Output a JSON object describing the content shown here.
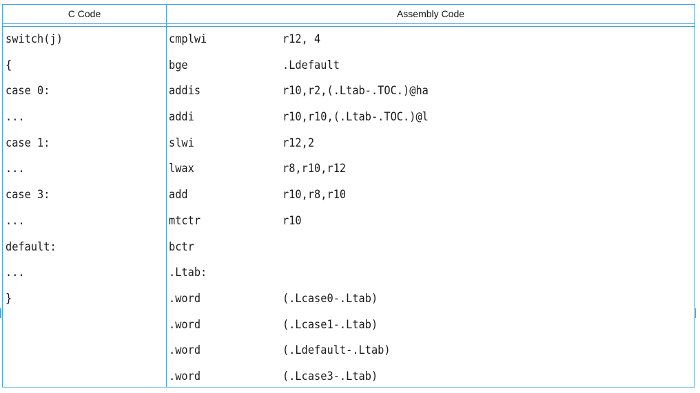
{
  "table": {
    "headers": {
      "c_code": "C Code",
      "assembly_code": "Assembly Code"
    },
    "rows": [
      {
        "c": "switch(j)",
        "op": "cmplwi",
        "args": "r12, 4"
      },
      {
        "c": "{",
        "op": "bge",
        "args": ".Ldefault"
      },
      {
        "c": "case 0:",
        "op": "addis",
        "args": "r10,r2,(.Ltab-.TOC.)@ha"
      },
      {
        "c": "...",
        "op": "addi",
        "args": "r10,r10,(.Ltab-.TOC.)@l"
      },
      {
        "c": "case 1:",
        "op": "slwi",
        "args": "r12,2"
      },
      {
        "c": "...",
        "op": "lwax",
        "args": "r8,r10,r12"
      },
      {
        "c": "case 3:",
        "op": "add",
        "args": "r10,r8,r10"
      },
      {
        "c": "...",
        "op": "mtctr",
        "args": "r10"
      },
      {
        "c": "default:",
        "op": "bctr",
        "args": ""
      },
      {
        "c": "...",
        "op": ".Ltab:",
        "args": ""
      },
      {
        "c": "}",
        "op": ".word",
        "args": "(.Lcase0-.Ltab)"
      },
      {
        "c": "",
        "op": ".word",
        "args": "(.Lcase1-.Ltab)"
      },
      {
        "c": "",
        "op": ".word",
        "args": "(.Ldefault-.Ltab)"
      },
      {
        "c": "",
        "op": ".word",
        "args": "(.Lcase3-.Ltab)"
      }
    ]
  },
  "colors": {
    "rule": "#4aa3df",
    "text": "#1a1a1a"
  }
}
